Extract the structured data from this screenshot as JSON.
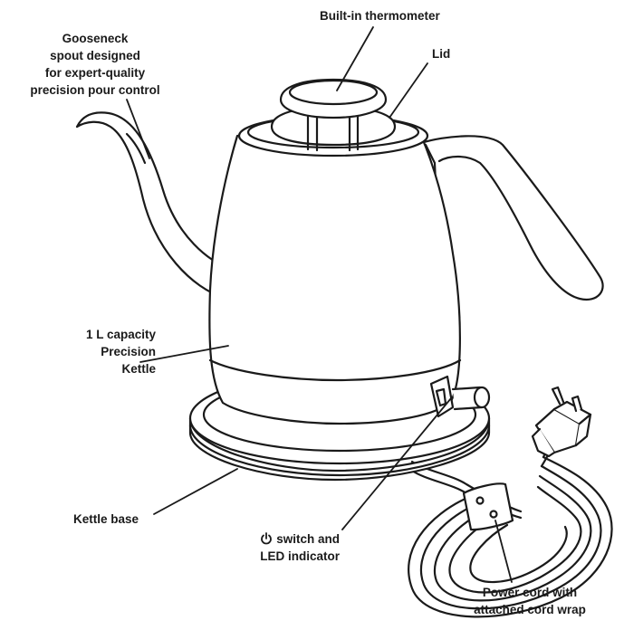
{
  "labels": {
    "thermometer": "Built-in thermometer",
    "lid": "Lid",
    "spout": [
      "Gooseneck",
      "spout designed",
      "for expert-quality",
      "precision pour control"
    ],
    "capacity": [
      "1 L capacity",
      "Precision",
      "Kettle"
    ],
    "base": "Kettle base",
    "switch": [
      "switch and",
      "LED indicator"
    ],
    "cord": [
      "Power cord with",
      "attached cord wrap"
    ]
  },
  "icons": {
    "power": "power-icon"
  },
  "colors": {
    "line": "#1a1a1a",
    "fill": "#ffffff"
  }
}
